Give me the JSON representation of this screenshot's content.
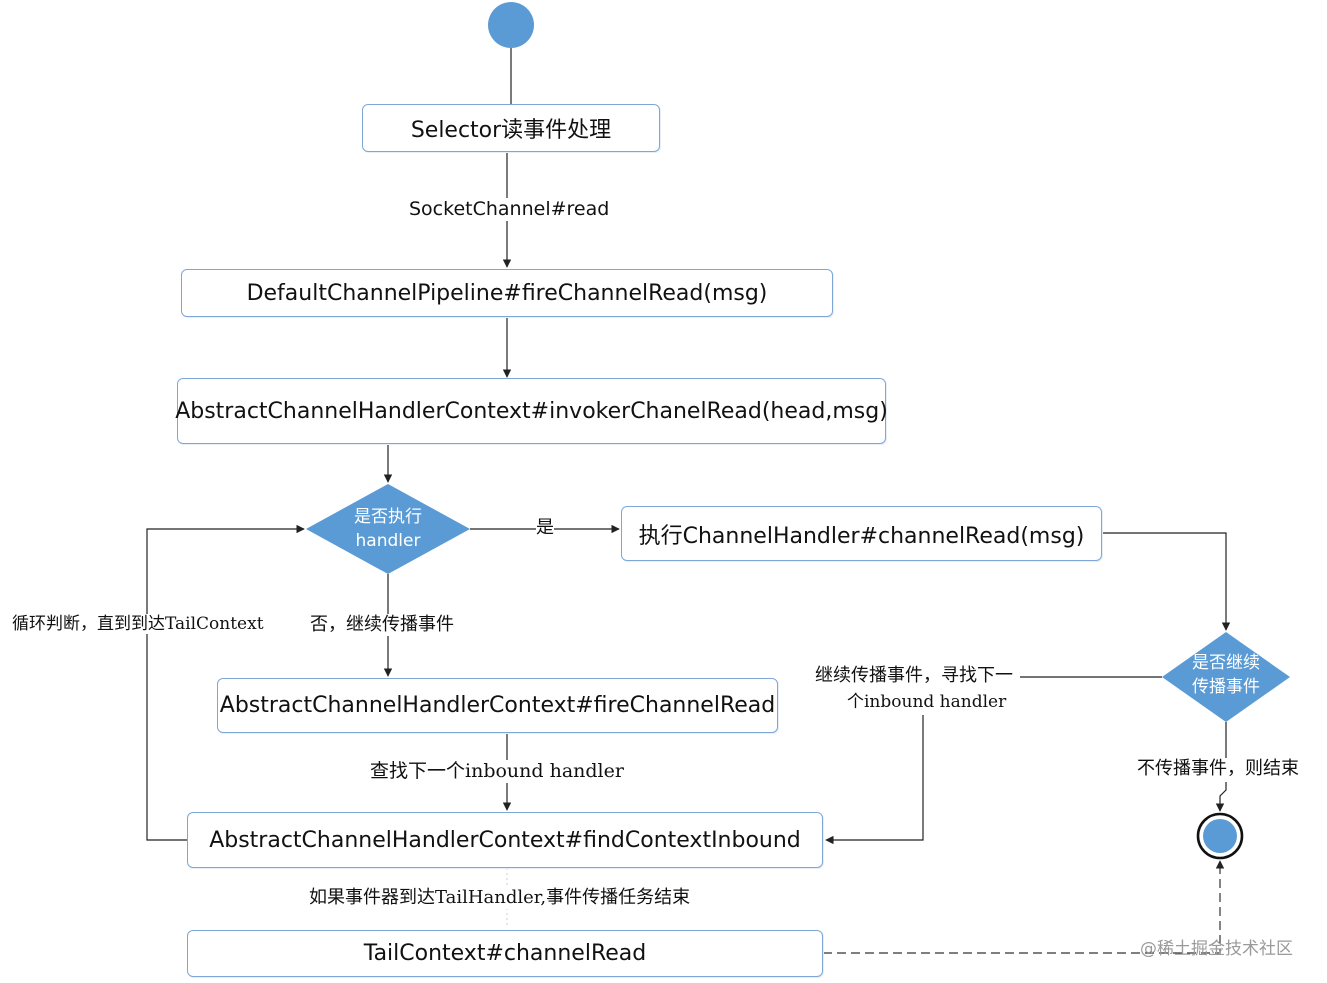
{
  "nodes": {
    "selector": "Selector读事件处理",
    "pipeline_fire": "DefaultChannelPipeline#fireChannelRead(msg)",
    "invoker": "AbstractChannelHandlerContext#invokerChanelRead(head,msg)",
    "execute_read": "执行ChannelHandler#channelRead(msg)",
    "ctx_fire": "AbstractChannelHandlerContext#fireChannelRead",
    "find_inbound": "AbstractChannelHandlerContext#findContextInbound",
    "tail_read": "TailContext#channelRead"
  },
  "decisions": {
    "execute_handler_line1": "是否执行",
    "execute_handler_line2": "handler",
    "continue_line1": "是否继续",
    "continue_line2": "传播事件"
  },
  "edge_labels": {
    "socket_read": "SocketChannel#read",
    "yes": "是",
    "no_continue": "否，继续传播事件",
    "loop_until_tail": "循环判断，直到到达TailContext",
    "find_next_inbound": "查找下一个inbound handler",
    "continue_find_line1": "继续传播事件，寻找下一",
    "continue_find_line2": "个inbound handler",
    "stop_end": "不传播事件，则结束",
    "reach_tail": "如果事件器到达TailHandler,事件传播任务结束"
  },
  "watermark": "@稀土掘金技术社区",
  "colors": {
    "start_node": "#5b9bd5",
    "decision_fill": "#5b9bd5",
    "box_border": "#7fa7d6",
    "line": "#222222"
  }
}
